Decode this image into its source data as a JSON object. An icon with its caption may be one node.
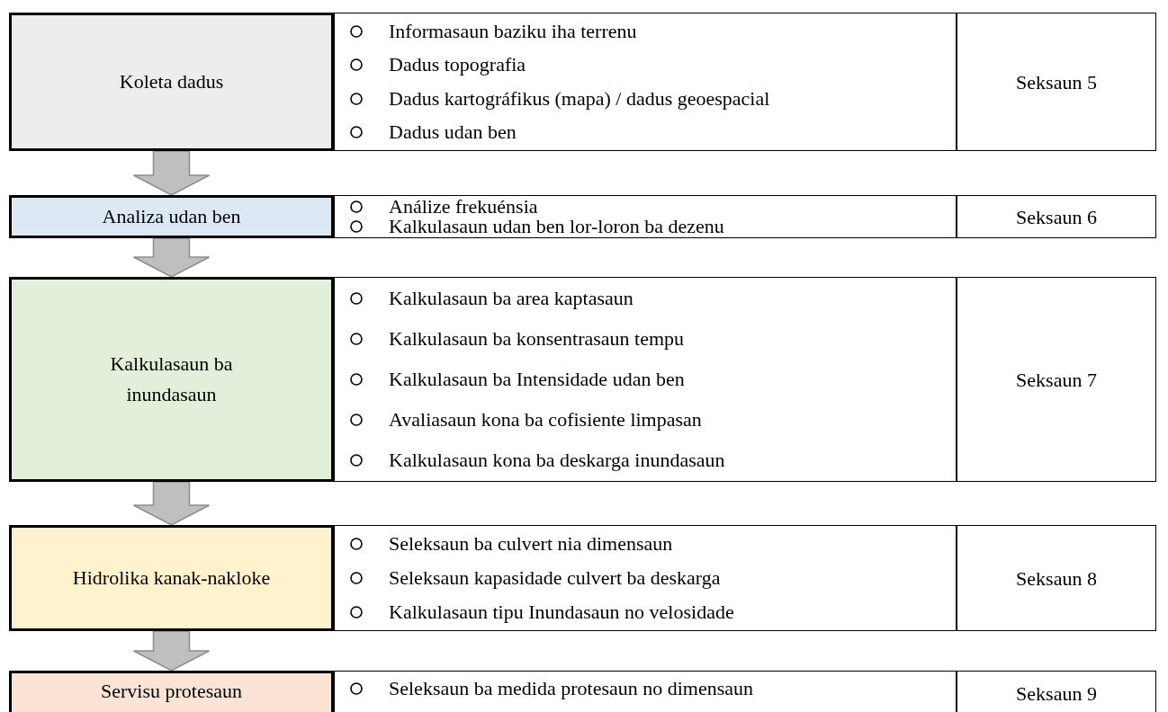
{
  "diagram": {
    "nodes": [
      {
        "text": [
          "Koleta dadus"
        ]
      },
      {
        "text": [
          "Informasaun baziku iha terrenu",
          "Dadus topografia",
          "Dadus kartográfikus (mapa) / dadus geoespacial",
          "Dadus udan ben"
        ]
      },
      {
        "text": [
          "Seksaun 5"
        ]
      },
      {
        "text": [
          "Analiza udan ben"
        ]
      },
      {
        "text": [
          "Análize frekuénsia",
          "Kalkulasaun udan ben lor-loron ba dezenu"
        ]
      },
      {
        "text": [
          "Seksaun 6"
        ]
      },
      {
        "text": [
          "Kalkulasaun ba inundasaun"
        ]
      },
      {
        "text": [
          "Kalkulasaun ba area kaptasaun",
          "Kalkulasaun ba konsentrasaun tempu",
          "Kalkulasaun ba Intensidade udan ben",
          "Avaliasaun kona ba cofisiente limpasan",
          "Kalkulasaun kona ba deskarga inundasaun"
        ]
      },
      {
        "text": [
          "Seksaun 7"
        ]
      },
      {
        "text": [
          "Hidrolika kanak-nakloke"
        ]
      },
      {
        "text": [
          "Seleksaun ba culvert nia dimensaun",
          "Seleksaun kapasidade culvert ba deskarga",
          "Kalkulasaun tipu Inundasaun no velosidade"
        ]
      },
      {
        "text": [
          "Seksaun 8"
        ]
      },
      {
        "text": [
          "Servisu protesaun"
        ]
      },
      {
        "text": [
          "Seleksaun ba medida protesaun no dimensaun"
        ]
      },
      {
        "text": [
          "Seksaun 9"
        ]
      }
    ],
    "edges": [
      {
        "from": 0,
        "to": 3,
        "arrow": "to"
      },
      {
        "from": 3,
        "to": 6,
        "arrow": "to"
      },
      {
        "from": 6,
        "to": 9,
        "arrow": "to"
      },
      {
        "from": 9,
        "to": 12,
        "arrow": "to"
      }
    ]
  }
}
